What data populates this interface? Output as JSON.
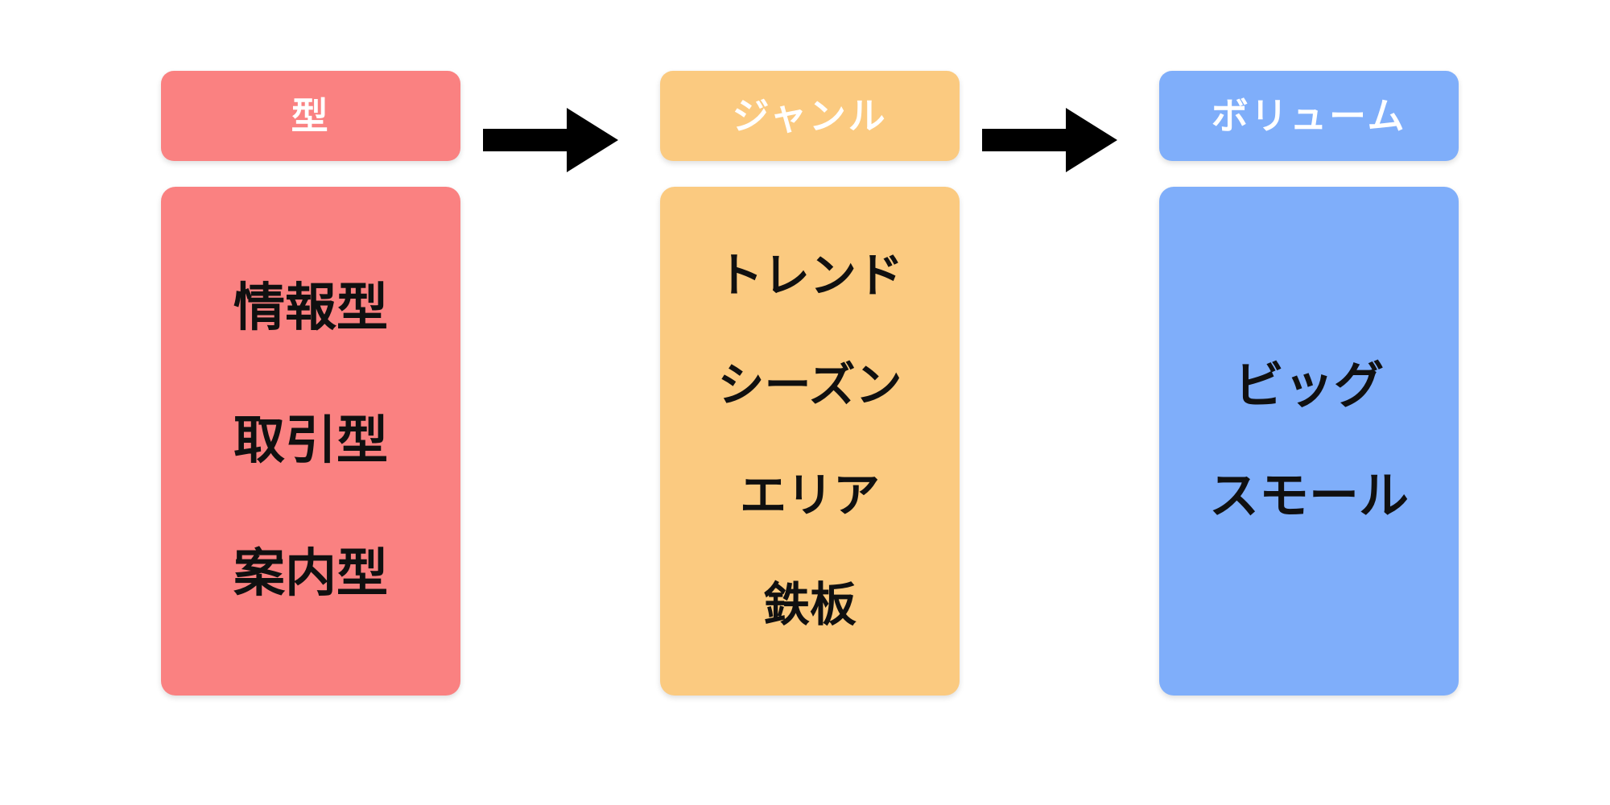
{
  "diagram": {
    "background_color": "#ffffff",
    "flow_direction": "left-to-right",
    "arrow_color": "#000000",
    "arrow_count": 2,
    "columns": [
      {
        "header": "型",
        "header_color": "#fa8181",
        "body_color": "#fa8181",
        "header_text_color": "#ffffff",
        "item_text_color": "#101010",
        "items": [
          "情報型",
          "取引型",
          "案内型"
        ]
      },
      {
        "header": "ジャンル",
        "header_color": "#fbca80",
        "body_color": "#fbca80",
        "header_text_color": "#ffffff",
        "item_text_color": "#101010",
        "items": [
          "トレンド",
          "シーズン",
          "エリア",
          "鉄板"
        ]
      },
      {
        "header": "ボリューム",
        "header_color": "#7faefa",
        "body_color": "#7faefa",
        "header_text_color": "#ffffff",
        "item_text_color": "#101010",
        "items": [
          "ビッグ",
          "スモール"
        ]
      }
    ]
  }
}
